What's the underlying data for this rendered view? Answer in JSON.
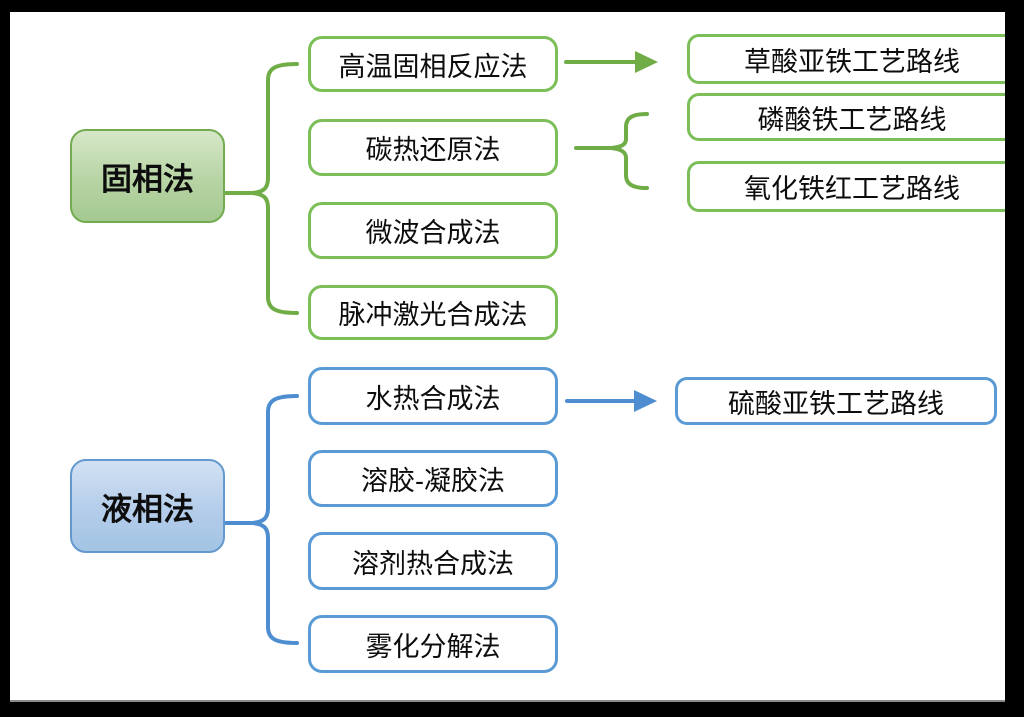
{
  "diagram": {
    "type": "mind-map",
    "groups": [
      {
        "label": "固相法",
        "accent_line_color": "#70ad47",
        "box_border_color": "#7cbe58",
        "fill_top": "#d6e7c8",
        "fill_bottom": "#a4c990",
        "methods": [
          {
            "label": "高温固相反应法"
          },
          {
            "label": "碳热还原法"
          },
          {
            "label": "微波合成法"
          },
          {
            "label": "脉冲激光合成法"
          }
        ],
        "routes": [
          {
            "label": "草酸亚铁工艺路线"
          },
          {
            "label": "磷酸铁工艺路线"
          },
          {
            "label": "氧化铁红工艺路线"
          }
        ]
      },
      {
        "label": "液相法",
        "accent_line_color": "#4e8ed0",
        "box_border_color": "#5b9bd5",
        "fill_top": "#d2e1f3",
        "fill_bottom": "#a3c4e4",
        "methods": [
          {
            "label": "水热合成法"
          },
          {
            "label": "溶胶-凝胶法"
          },
          {
            "label": "溶剂热合成法"
          },
          {
            "label": "雾化分解法"
          }
        ],
        "routes": [
          {
            "label": "硫酸亚铁工艺路线"
          }
        ]
      }
    ],
    "connections": [
      {
        "from": "固相法",
        "to": [
          "高温固相反应法",
          "碳热还原法",
          "微波合成法",
          "脉冲激光合成法"
        ],
        "type": "brace"
      },
      {
        "from": "高温固相反应法",
        "to": [
          "草酸亚铁工艺路线"
        ],
        "type": "arrow"
      },
      {
        "from": "碳热还原法",
        "to": [
          "磷酸铁工艺路线",
          "氧化铁红工艺路线"
        ],
        "type": "brace"
      },
      {
        "from": "液相法",
        "to": [
          "水热合成法",
          "溶胶-凝胶法",
          "溶剂热合成法",
          "雾化分解法"
        ],
        "type": "brace"
      },
      {
        "from": "水热合成法",
        "to": [
          "硫酸亚铁工艺路线"
        ],
        "type": "arrow"
      }
    ],
    "colors": {
      "background": "#ffffff",
      "frame": "#000000",
      "text": "#0d0d0d"
    }
  }
}
